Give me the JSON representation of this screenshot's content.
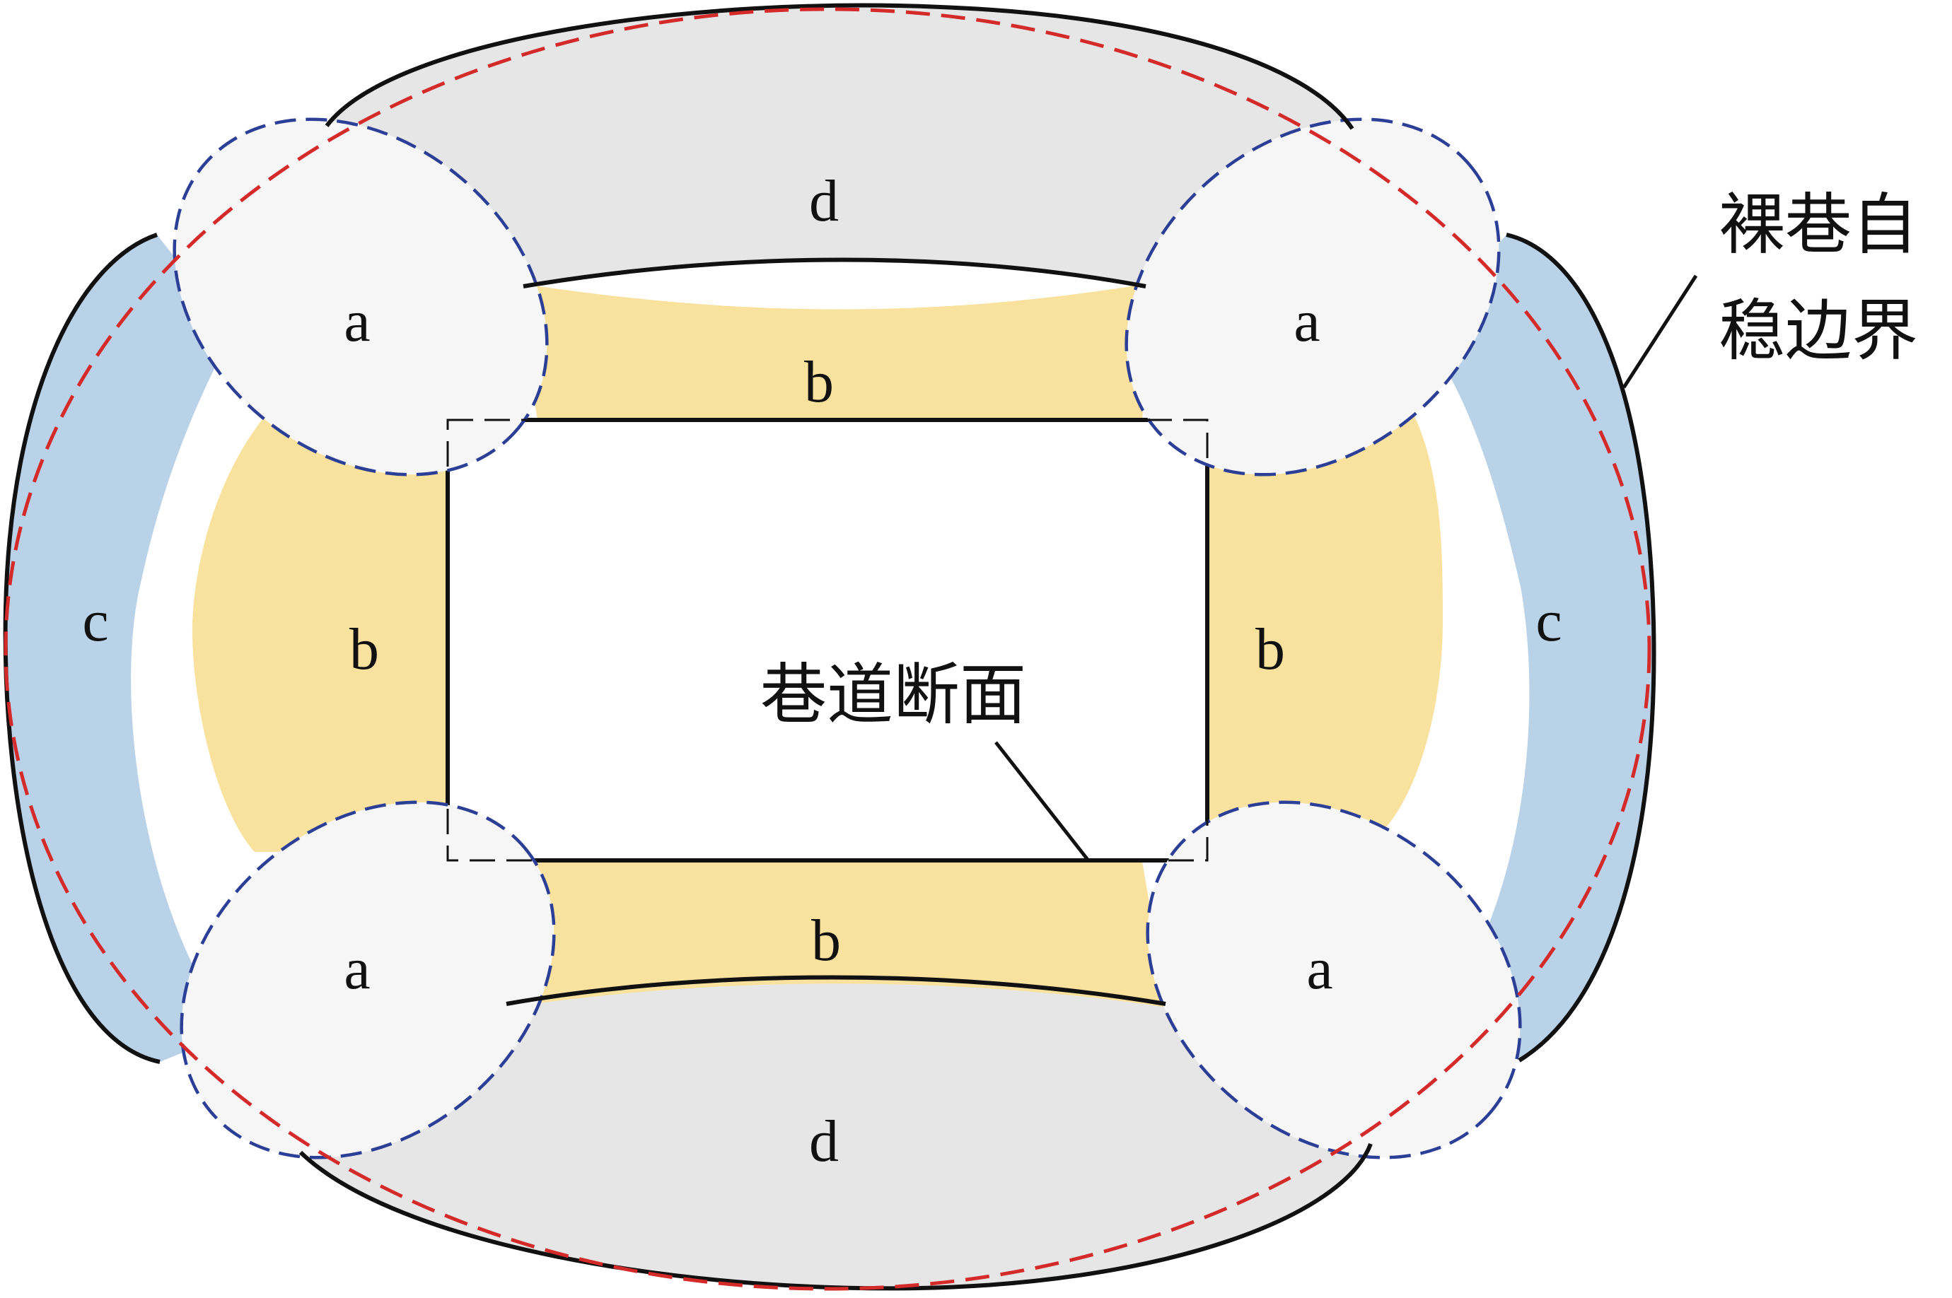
{
  "colors": {
    "zone_a": "#f6f6f7",
    "zone_b": "#f8e29e",
    "zone_c": "#bad2e8",
    "zone_d": "#e6e6e6",
    "stable_boundary_line": "#d42a2a",
    "zone_a_outline": "#2c3f97",
    "outline": "#111111"
  },
  "labels": {
    "zone_a": "a",
    "zone_b": "b",
    "zone_c": "c",
    "zone_d": "d",
    "stable_boundary": [
      "裸巷自",
      "稳边界"
    ],
    "roadway_section": "巷道断面"
  }
}
